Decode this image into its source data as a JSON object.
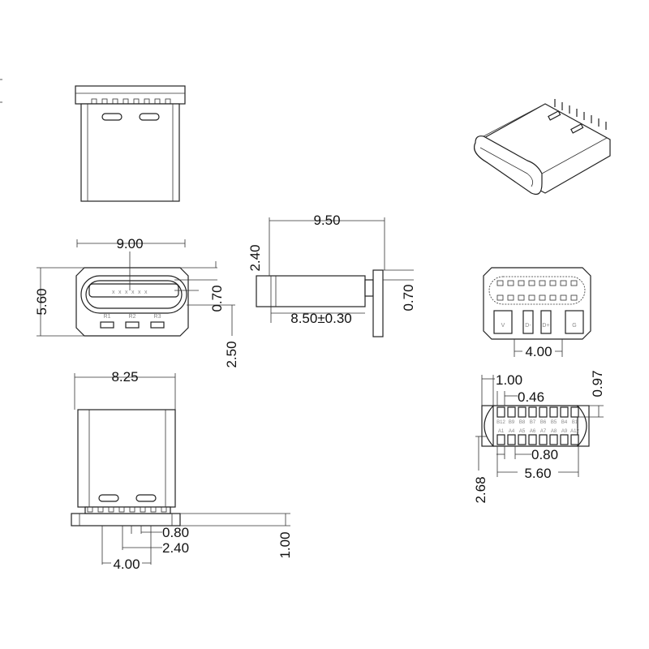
{
  "title": "USB Type-C receptacle connector drawing",
  "dimensions": {
    "front_width": "9.00",
    "front_height": "5.60",
    "front_mouth": "0.70",
    "front_offset": "2.50",
    "side_length": "9.50",
    "side_height": "2.40",
    "side_body": "8.50±0.30",
    "side_flange": "0.70",
    "bottom_width": "8.25",
    "bottom_pitch": "0.80",
    "bottom_span1": "2.40",
    "bottom_span2": "4.00",
    "bottom_height": "1.00",
    "rear_pad_span": "4.00",
    "fp_shell": "1.00",
    "fp_pad_width": "0.46",
    "fp_row_offset": "0.97",
    "fp_pitch": "0.80",
    "fp_span": "5.60",
    "fp_depth": "2.68"
  },
  "resistors": [
    "R1",
    "R2",
    "R3"
  ],
  "rear_pads": [
    "V",
    "D-",
    "D+",
    "G"
  ],
  "pins_top": [
    "B12",
    "B9",
    "B8",
    "B7",
    "B6",
    "B5",
    "B4",
    "B1"
  ],
  "pins_bottom": [
    "A1",
    "A4",
    "A5",
    "A6",
    "A7",
    "A8",
    "A9",
    "A12"
  ]
}
